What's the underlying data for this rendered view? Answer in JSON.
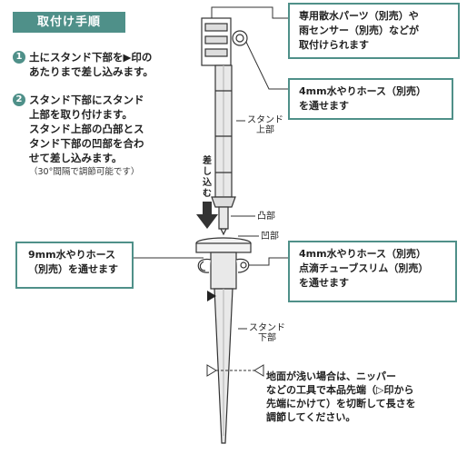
{
  "title": "取付け手順",
  "steps": [
    {
      "num": "1",
      "lines": [
        "土にスタンド下部を▶印の",
        "あたりまで差し込みます。"
      ]
    },
    {
      "num": "2",
      "lines": [
        "スタンド下部にスタンド",
        "上部を取り付けます。",
        "スタンド上部の凸部とス",
        "タンド下部の凹部を合わ",
        "せて差し込みます。"
      ],
      "note": "（30°間隔で調節可能です）"
    }
  ],
  "callouts": {
    "top_parts": [
      "専用散水パーツ（別売）や",
      "雨センサー（別売）などが",
      "取付けられます"
    ],
    "hose_4mm_upper": [
      "4mm水やりホース（別売）",
      "を通せます"
    ],
    "hose_9mm": [
      "9mm水やりホース",
      "（別売）を通せます"
    ],
    "hose_4mm_drip": [
      "4mm水やりホース（別売）",
      "点滴チューブスリム（別売）",
      "を通せます"
    ]
  },
  "labels": {
    "stand_upper": [
      "スタンド",
      "上部"
    ],
    "stand_lower": [
      "スタンド",
      "下部"
    ],
    "convex": "凸部",
    "concave": "凹部",
    "insert": "差し込む"
  },
  "cut_note": [
    "地面が浅い場合は、ニッパー",
    "などの工具で本品先端（▷印から",
    "先端にかけて）を切断して長さを",
    "調節してください。"
  ],
  "colors": {
    "accent": "#4f9089",
    "arrow": "#333333"
  }
}
